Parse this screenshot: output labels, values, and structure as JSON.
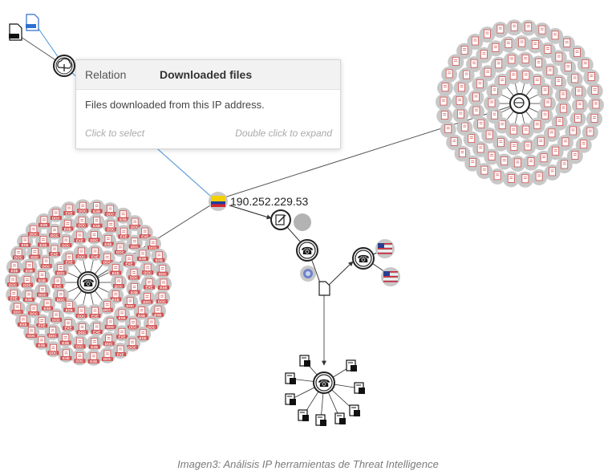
{
  "tooltip": {
    "relation_label": "Relation",
    "relation_value": "Downloaded files",
    "description": "Files downloaded from this IP address.",
    "hint_select": "Click to select",
    "hint_expand": "Double click to expand"
  },
  "center_node": {
    "ip": "190.252.229.53",
    "flag": "colombia"
  },
  "caption": "Imagen3: Análisis IP herramientas de Threat Intelligence",
  "file_badges": [
    "DOC",
    "EXE"
  ],
  "colors": {
    "file_node_bg": "#c8c8c8",
    "file_node_icon": "#d25050",
    "edge": "#555555",
    "edge_highlight": "#4a90d9"
  }
}
